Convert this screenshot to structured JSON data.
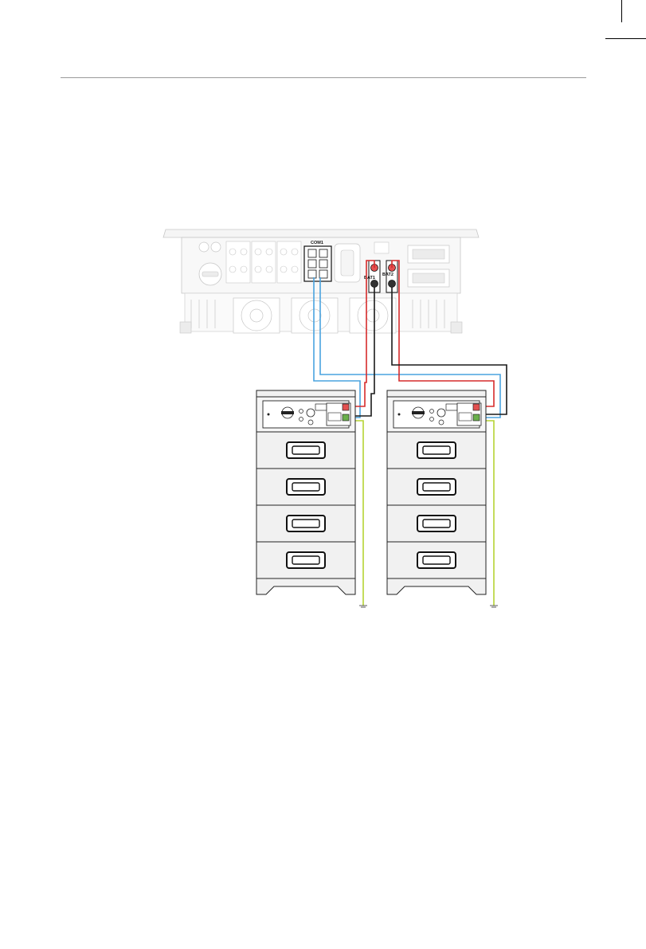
{
  "inverter": {
    "ports": {
      "com1": "COM1",
      "bat1": "BAT1",
      "bat2": "BAT2"
    }
  },
  "colors": {
    "positive_cable": "#d62b2b",
    "negative_cable": "#1a1a1a",
    "comm_cable": "#4aa3df",
    "ground_cable": "#b5d334"
  },
  "battery_stacks": [
    {
      "modules": 4
    },
    {
      "modules": 4
    }
  ]
}
